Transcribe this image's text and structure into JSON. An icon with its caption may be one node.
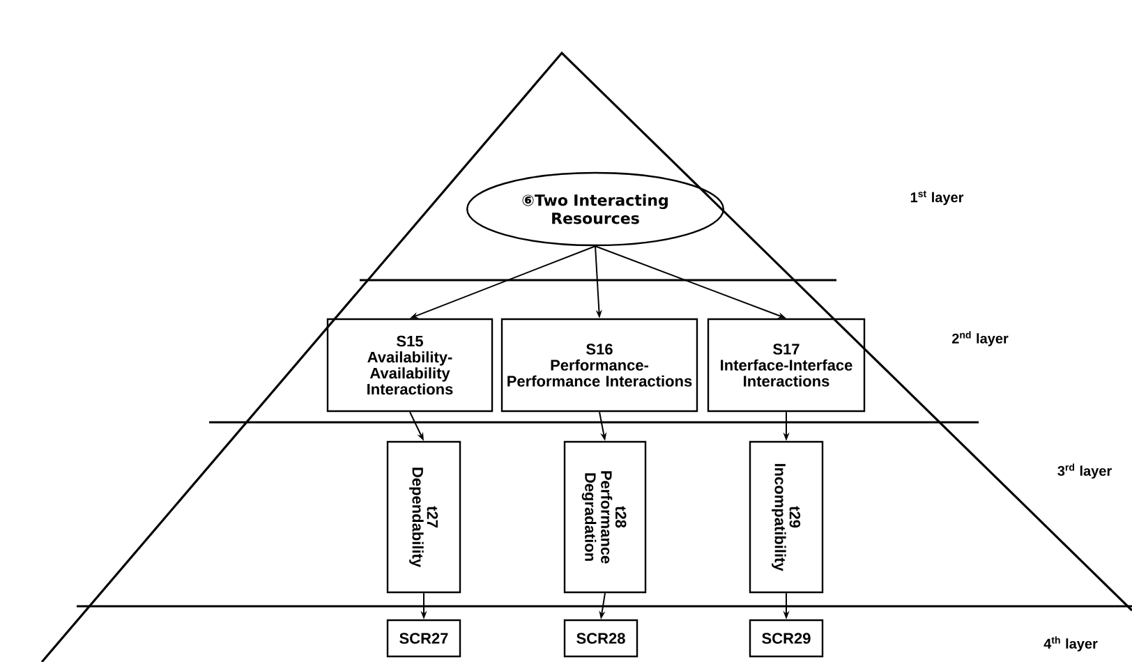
{
  "diagram": {
    "nodes": [
      {
        "text": [
          "⑥Two Interacting Resources"
        ]
      },
      {
        "text": [
          "S15",
          "Availability-Availability Interactions"
        ]
      },
      {
        "text": [
          "S16",
          "Performance-Performance Interactions"
        ]
      },
      {
        "text": [
          "S17",
          "Interface-Interface Interactions"
        ]
      },
      {
        "text": [
          "t27",
          "Dependability"
        ]
      },
      {
        "text": [
          "t28",
          "Performance Degradation"
        ]
      },
      {
        "text": [
          "t29",
          "Incompatibility"
        ]
      },
      {
        "text": [
          "SCR27"
        ]
      },
      {
        "text": [
          "SCR28"
        ]
      },
      {
        "text": [
          "SCR29"
        ]
      }
    ],
    "edges": [
      {
        "from": 0,
        "to": 1,
        "arrow": "to"
      },
      {
        "from": 0,
        "to": 2,
        "arrow": "to"
      },
      {
        "from": 0,
        "to": 3,
        "arrow": "to"
      },
      {
        "from": 1,
        "to": 4,
        "arrow": "to"
      },
      {
        "from": 2,
        "to": 5,
        "arrow": "to"
      },
      {
        "from": 3,
        "to": 6,
        "arrow": "to"
      },
      {
        "from": 4,
        "to": 7,
        "arrow": "to"
      },
      {
        "from": 5,
        "to": 8,
        "arrow": "to"
      },
      {
        "from": 6,
        "to": 9,
        "arrow": "to"
      }
    ],
    "labels": [
      "1$^{st}$ layer",
      "2$^{nd}$ layer",
      "3$^{rd}$ layer",
      "4$^{th}$ layer"
    ]
  }
}
